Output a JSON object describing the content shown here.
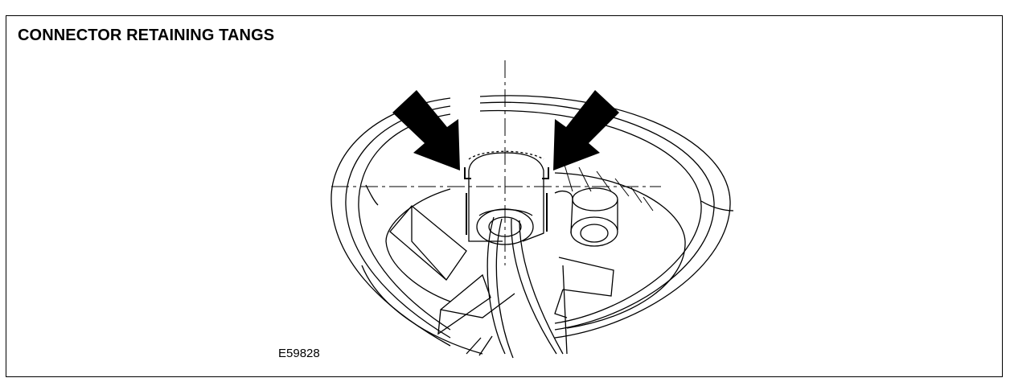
{
  "title": "CONNECTOR RETAINING TANGS",
  "figure": {
    "reference_code": "E59828",
    "callout_arrows": [
      "arrow-left",
      "arrow-right"
    ]
  }
}
